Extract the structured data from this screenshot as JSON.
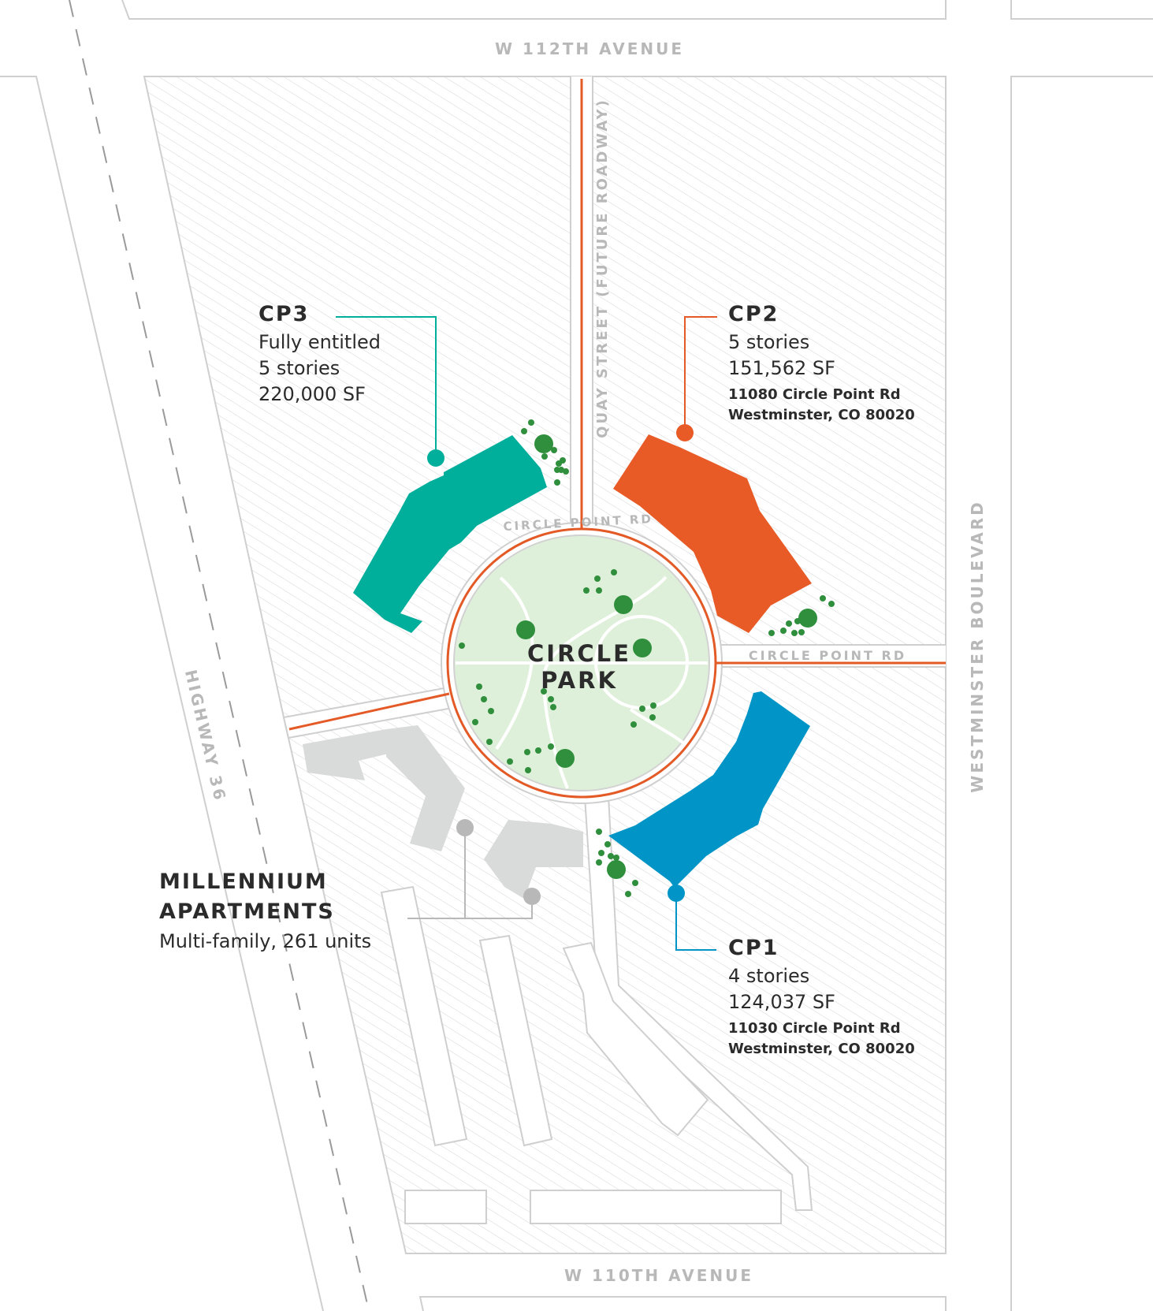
{
  "colors": {
    "road_line": "#e35a26",
    "cp1": "#0095c6",
    "cp2": "#e85b27",
    "cp3": "#00ae9c",
    "existing_building": "#d9dada",
    "park_fill": "#dff0da",
    "tree": "#2f8f3c",
    "street_label": "#b8b8b8",
    "hatch": "#d6d6d6"
  },
  "streets": {
    "north": "W 112TH AVENUE",
    "south": "W 110TH AVENUE",
    "east": "WESTMINSTER BOULEVARD",
    "west": "HIGHWAY 36",
    "quay": "QUAY STREET (FUTURE ROADWAY)",
    "circle_arc": "CIRCLE POINT RD",
    "circle_east": "CIRCLE POINT RD"
  },
  "park": {
    "line1": "CIRCLE",
    "line2": "PARK"
  },
  "cp3": {
    "title": "CP3",
    "line1": "Fully entitled",
    "line2": "5 stories",
    "line3": "220,000 SF"
  },
  "cp2": {
    "title": "CP2",
    "line1": "5 stories",
    "line2": "151,562 SF",
    "address1": "11080 Circle Point Rd",
    "address2": "Westminster, CO 80020"
  },
  "cp1": {
    "title": "CP1",
    "line1": "4 stories",
    "line2": "124,037 SF",
    "address1": "11030 Circle Point Rd",
    "address2": "Westminster, CO 80020"
  },
  "millennium": {
    "title1": "MILLENNIUM",
    "title2": "APARTMENTS",
    "line1": "Multi-family, 261 units"
  }
}
